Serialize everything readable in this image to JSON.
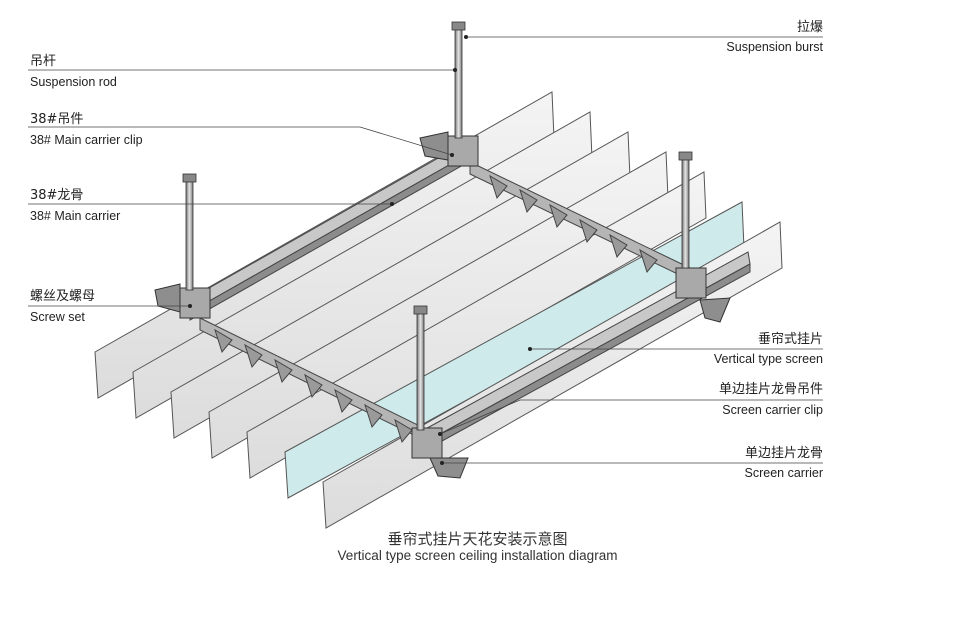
{
  "labels": {
    "suspension_burst": {
      "zh": "拉爆",
      "en": "Suspension burst"
    },
    "suspension_rod": {
      "zh": "吊杆",
      "en": "Suspension rod"
    },
    "main_carrier_clip": {
      "zh": "38#吊件",
      "en": "38# Main carrier clip"
    },
    "main_carrier": {
      "zh": "38#龙骨",
      "en": "38#  Main carrier"
    },
    "screw_set": {
      "zh": "螺丝及螺母",
      "en": "Screw set"
    },
    "vertical_screen": {
      "zh": "垂帘式挂片",
      "en": "Vertical type screen"
    },
    "screen_carrier_clip": {
      "zh": "单边挂片龙骨吊件",
      "en": "Screen carrier clip"
    },
    "screen_carrier": {
      "zh": "单边挂片龙骨",
      "en": "Screen carrier"
    }
  },
  "caption": {
    "zh": "垂帘式挂片天花安装示意图",
    "en": "Vertical type screen ceiling installation diagram"
  },
  "colors": {
    "highlight_panel": "#cfeaea",
    "metal": "#9a9a9a",
    "line": "#444444"
  }
}
